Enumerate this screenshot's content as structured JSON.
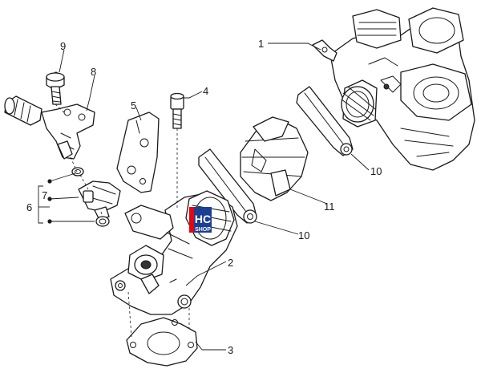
{
  "diagram": {
    "callouts": {
      "c1": "1",
      "c2": "2",
      "c3": "3",
      "c4": "4",
      "c5": "5",
      "c6": "6",
      "c7": "7",
      "c8": "8",
      "c9": "9",
      "c10a": "10",
      "c10b": "10",
      "c11": "11"
    },
    "logo": {
      "top": "HC",
      "bottom": "SHOP",
      "colors": {
        "red": "#e30613",
        "blue": "#1d3f8f",
        "white": "#ffffff"
      }
    }
  }
}
